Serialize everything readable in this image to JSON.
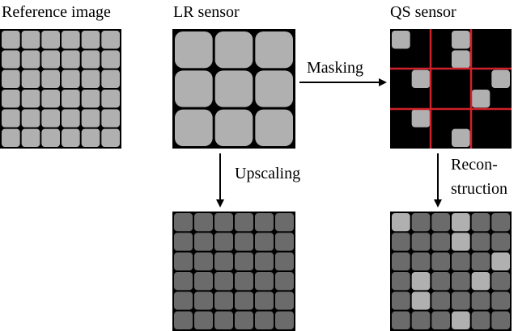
{
  "labels": {
    "reference": "Reference image",
    "lr_sensor": "LR sensor",
    "qs_sensor": "QS sensor",
    "masking": "Masking",
    "upscaling": "Upscaling",
    "reconstruction_line1": "Recon-",
    "reconstruction_line2": "struction"
  },
  "colors": {
    "background": "#000000",
    "light_pixel": "#b0b0b0",
    "dark_pixel": "#6b6b6b",
    "mask_line": "#d0202a",
    "arrow": "#000000"
  },
  "qs_sensor_sampled_cells": [
    [
      0,
      0
    ],
    [
      0,
      3
    ],
    [
      1,
      3
    ],
    [
      2,
      1
    ],
    [
      2,
      5
    ],
    [
      3,
      4
    ],
    [
      4,
      1
    ],
    [
      5,
      3
    ]
  ],
  "reconstruction_bright_cells": [
    [
      0,
      0
    ],
    [
      0,
      3
    ],
    [
      1,
      3
    ],
    [
      2,
      5
    ],
    [
      3,
      1
    ],
    [
      3,
      4
    ],
    [
      4,
      1
    ],
    [
      5,
      3
    ]
  ]
}
